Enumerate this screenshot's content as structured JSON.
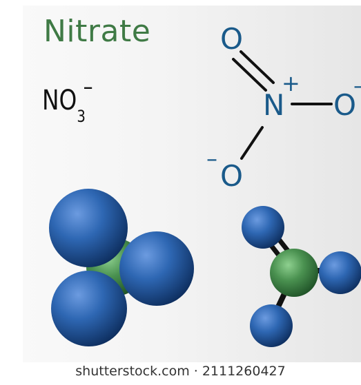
{
  "title": "Nitrate",
  "formula": {
    "base": "NO",
    "subscript": "3",
    "charge": "–"
  },
  "structure": {
    "atoms": {
      "o_top": "O",
      "n_center": "N",
      "o_right": "O",
      "o_bottom": "O"
    },
    "charges": {
      "n_plus": "+",
      "o_right_minus": "–",
      "o_bottom_minus": "–"
    }
  },
  "colors": {
    "title": "#3f7a45",
    "oxygen_atom": "#2e67b3",
    "nitrogen_atom": "#4a9150",
    "atom_label": "#1a5a8a"
  },
  "footer": "shutterstock.com · 2111260427"
}
